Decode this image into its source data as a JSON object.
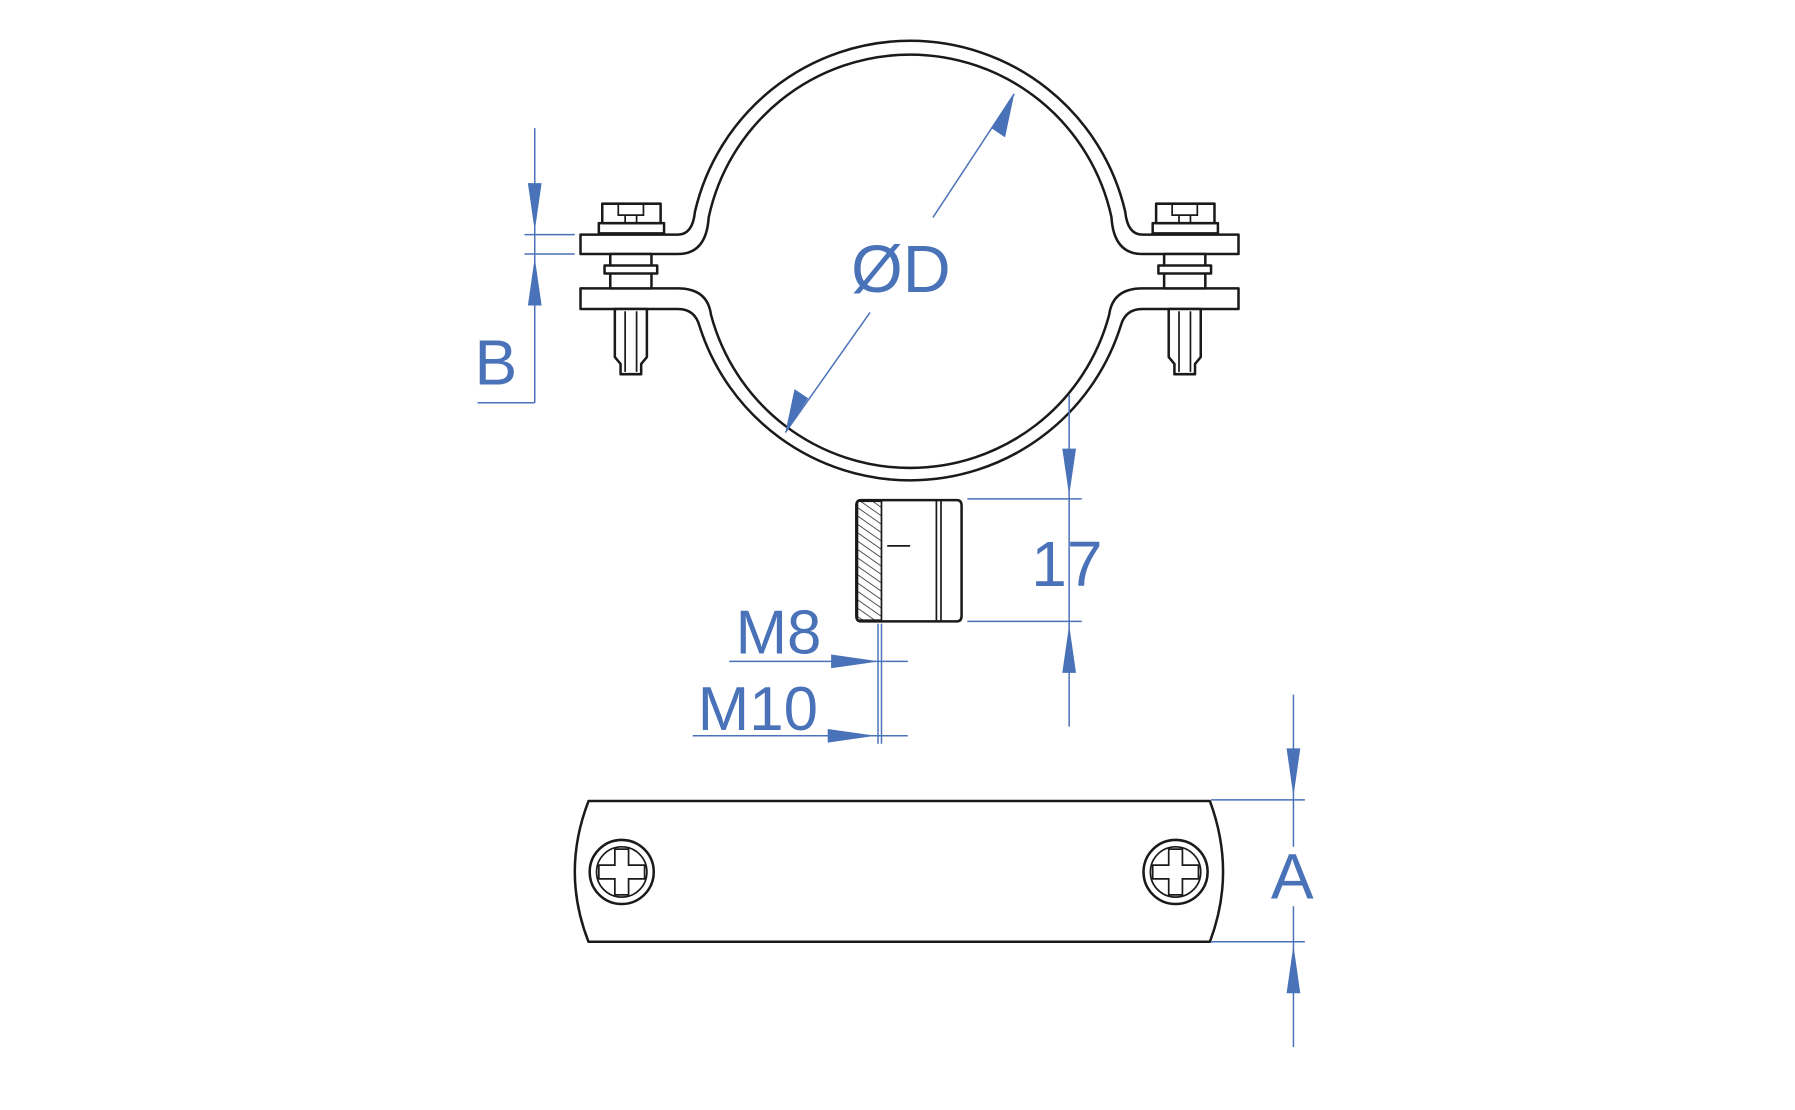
{
  "drawing": {
    "title": "Pipe clamp with M8/M10 nut",
    "accent_color": "#4a72b8",
    "labels": {
      "diameter": "ØD",
      "flange_gap": "B",
      "nut_height": "17",
      "thread_small": "M8",
      "thread_large": "M10",
      "band_width": "A"
    }
  }
}
